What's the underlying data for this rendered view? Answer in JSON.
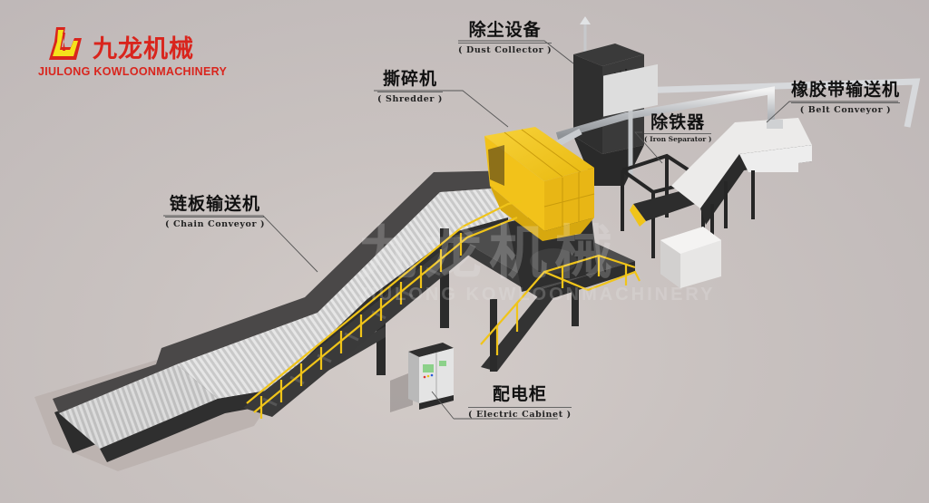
{
  "brand": {
    "name_cn": "九龙机械",
    "name_en": "JIULONG  KOWLOONMACHINERY",
    "logo_icon": "jl-logo-icon",
    "color_primary": "#d9251d",
    "color_accent": "#f5e21b"
  },
  "watermark": {
    "cn": "九龙机械",
    "en": "JIULONG KOWLOONMACHINERY"
  },
  "components": [
    {
      "id": "dust-collector",
      "label_cn": "除尘设备",
      "label_en": "( Dust Collector )"
    },
    {
      "id": "shredder",
      "label_cn": "撕碎机",
      "label_en": "( Shredder )"
    },
    {
      "id": "iron-separator",
      "label_cn": "除铁器",
      "label_en": "( Iron Separator )"
    },
    {
      "id": "belt-conveyor",
      "label_cn": "橡胶带输送机",
      "label_en": "( Belt Conveyor )"
    },
    {
      "id": "chain-conveyor",
      "label_cn": "链板输送机",
      "label_en": "( Chain Conveyor )"
    },
    {
      "id": "electric-cabinet",
      "label_cn": "配电柜",
      "label_en": "( Electric Cabinet )"
    }
  ],
  "colors": {
    "background": "#c9c2c0",
    "machine_dark": "#3a3a3a",
    "shredder_yellow": "#f2c21a",
    "railing_yellow": "#f0c419",
    "belt_cover_white": "#ecebea"
  }
}
